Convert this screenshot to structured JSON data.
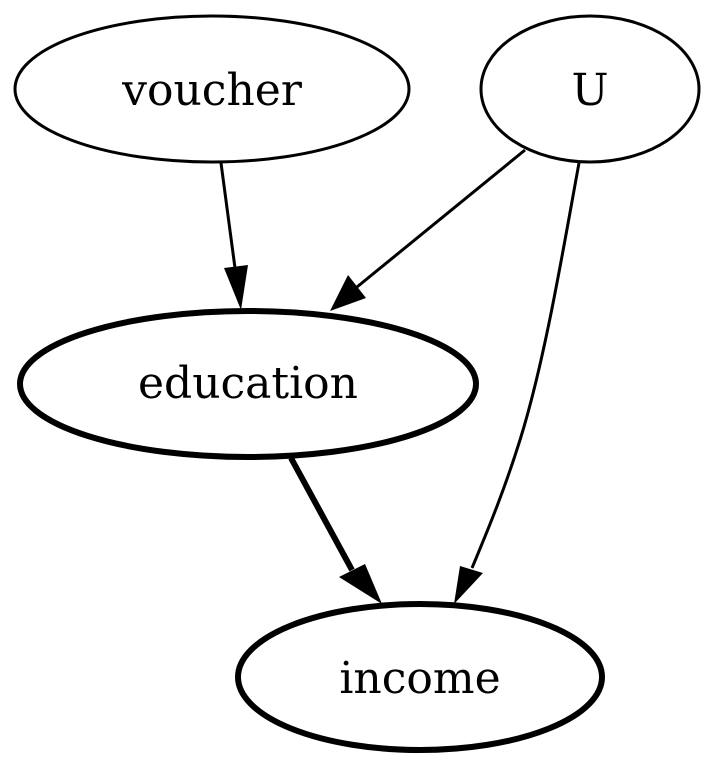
{
  "graph": {
    "nodes": [
      {
        "id": "voucher",
        "label": "voucher",
        "bold": false
      },
      {
        "id": "U",
        "label": "U",
        "bold": false
      },
      {
        "id": "education",
        "label": "education",
        "bold": true
      },
      {
        "id": "income",
        "label": "income",
        "bold": true
      }
    ],
    "edges": [
      {
        "from": "voucher",
        "to": "education",
        "bold": false
      },
      {
        "from": "U",
        "to": "education",
        "bold": false
      },
      {
        "from": "U",
        "to": "income",
        "bold": false
      },
      {
        "from": "education",
        "to": "income",
        "bold": true
      }
    ]
  }
}
